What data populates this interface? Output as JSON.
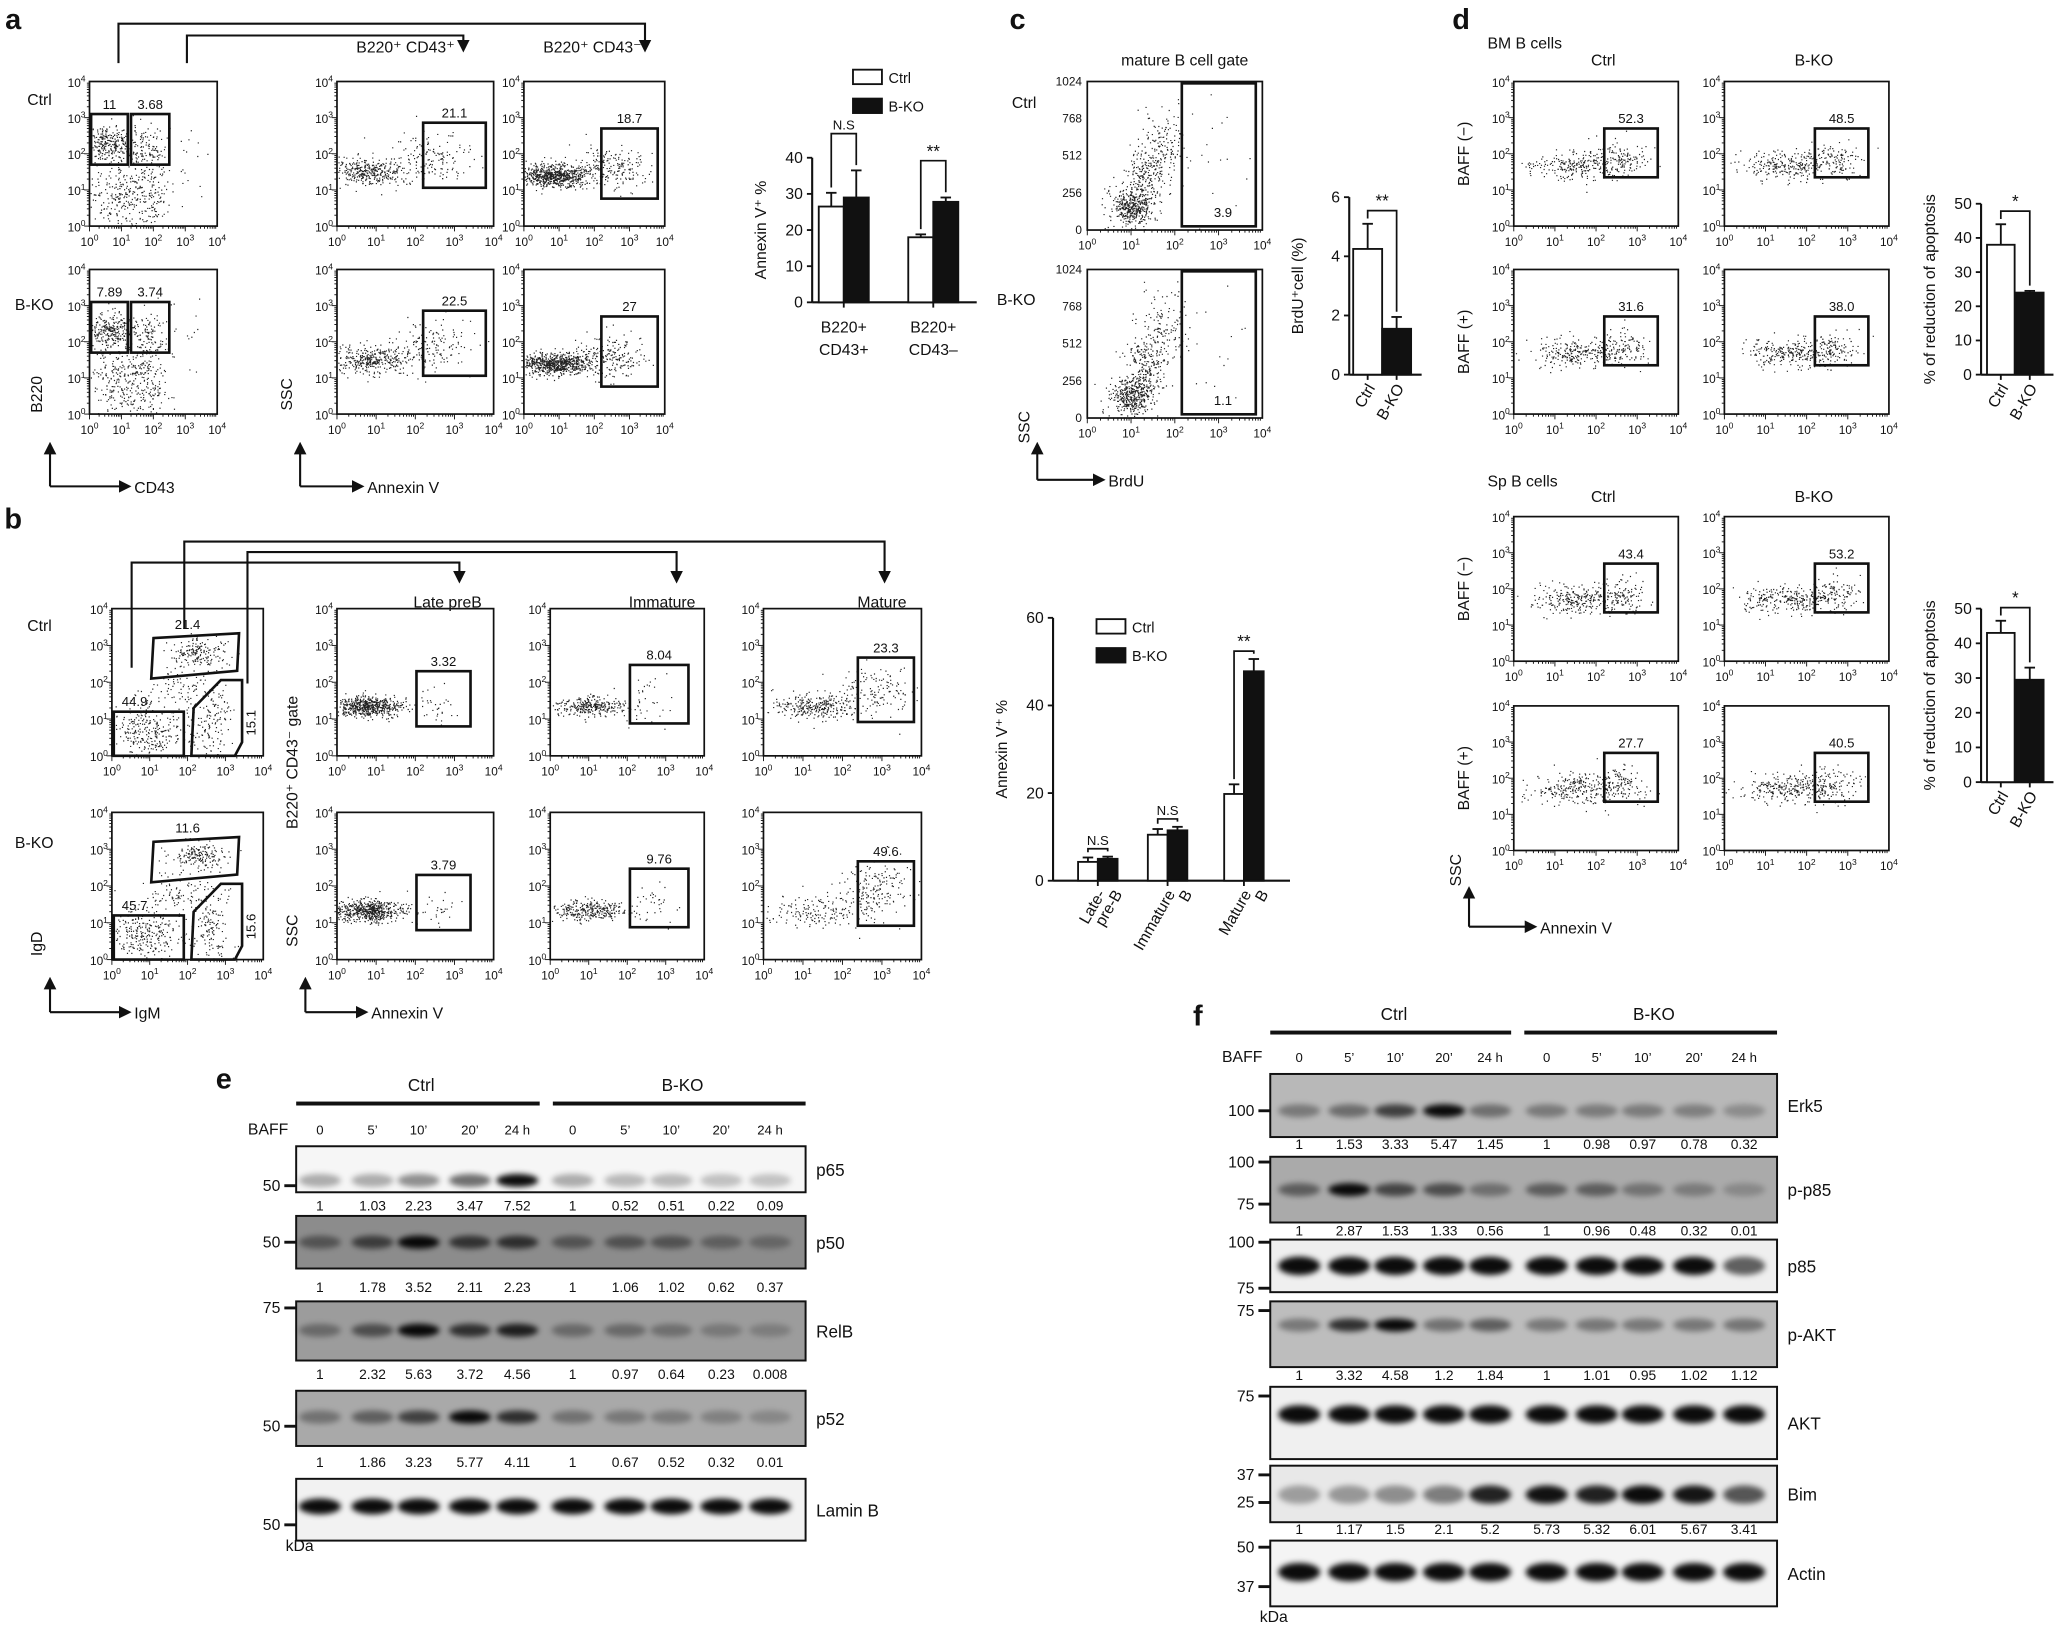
{
  "figure": {
    "panel_labels": [
      "a",
      "b",
      "c",
      "d",
      "e",
      "f"
    ]
  },
  "flow_axis": {
    "tick_base": "10",
    "tick_exponents": [
      "0",
      "1",
      "2",
      "3",
      "4"
    ]
  },
  "panel_a": {
    "row_labels": [
      "Ctrl",
      "B-KO"
    ],
    "column_titles": [
      "B220⁺ CD43⁺",
      "B220⁺ CD43⁻"
    ],
    "axes": {
      "gating_y": "B220",
      "gating_x": "CD43",
      "y": "SSC",
      "x": "Annexin V"
    },
    "gates": {
      "ctrl": {
        "cd43_neg": "11",
        "cd43_pos": "3.68",
        "annexin_cd43_pos": "21.1",
        "annexin_cd43_neg": "18.7"
      },
      "bko": {
        "cd43_neg": "7.89",
        "cd43_pos": "3.74",
        "annexin_cd43_pos": "22.5",
        "annexin_cd43_neg": "27"
      }
    }
  },
  "panel_b": {
    "row_labels": [
      "Ctrl",
      "B-KO"
    ],
    "column_titles": [
      "Late preB",
      "Immature",
      "Mature"
    ],
    "axes": {
      "gating_y": "IgD",
      "gating_x": "IgM",
      "y_gate": "B220⁺ CD43⁻ gate",
      "y": "SSC",
      "x": "Annexin V"
    },
    "gates": {
      "ctrl": {
        "igd_hi": "21.4",
        "igd_lo": "44.9",
        "igm_hi": "15.1",
        "late_preb": "3.32",
        "immature": "8.04",
        "mature": "23.3"
      },
      "bko": {
        "igd_hi": "11.6",
        "igd_lo": "45.7",
        "igm_hi": "15.6",
        "late_preb": "3.79",
        "immature": "9.76",
        "mature": "49.6"
      }
    }
  },
  "panel_c": {
    "row_labels": [
      "Ctrl",
      "B-KO"
    ],
    "title": "mature  B cell gate",
    "y_ticks": [
      "0",
      "256",
      "512",
      "768",
      "1024"
    ],
    "axes": {
      "y": "SSC",
      "x": "BrdU"
    },
    "gates": {
      "ctrl": "3.9",
      "bko": "1.1"
    }
  },
  "panel_d": {
    "sections": [
      "BM B cells",
      "Sp B cells"
    ],
    "column_titles": [
      "Ctrl",
      "B-KO"
    ],
    "row_labels": [
      "BAFF (−)",
      "BAFF (+)"
    ],
    "axes": {
      "y": "SSC",
      "x": "Annexin V"
    },
    "gates": {
      "bm": {
        "minus": [
          "52.3",
          "48.5"
        ],
        "plus": [
          "31.6",
          "38.0"
        ]
      },
      "sp": {
        "minus": [
          "43.4",
          "53.2"
        ],
        "plus": [
          "27.7",
          "40.5"
        ]
      }
    }
  },
  "chart_data": [
    {
      "type": "bar",
      "panel": "a",
      "categories": [
        [
          "B220+",
          "CD43+"
        ],
        [
          "B220+",
          "CD43–"
        ]
      ],
      "series": [
        {
          "name": "Ctrl",
          "values": [
            26.5,
            18.0
          ],
          "errors": [
            3.8,
            0.8
          ],
          "color": "#ffffff"
        },
        {
          "name": "B-KO",
          "values": [
            29.0,
            27.8
          ],
          "errors": [
            7.5,
            1.2
          ],
          "color": "#111111"
        }
      ],
      "ylabel": "Annexin V⁺ %",
      "ylim": [
        0,
        40
      ],
      "yticks": [
        "0",
        "10",
        "20",
        "30",
        "40"
      ],
      "significance": [
        "N.S",
        "**"
      ],
      "legend": "top-right",
      "grid": false
    },
    {
      "type": "bar",
      "panel": "b",
      "categories": [
        [
          "Late-",
          "pre-B"
        ],
        [
          "Immature",
          "B"
        ],
        [
          "Mature",
          "B"
        ]
      ],
      "series": [
        {
          "name": "Ctrl",
          "values": [
            4.3,
            10.5,
            19.8
          ],
          "errors": [
            1.0,
            1.3,
            2.2
          ],
          "color": "#ffffff"
        },
        {
          "name": "B-KO",
          "values": [
            5.0,
            11.5,
            47.8
          ],
          "errors": [
            0.5,
            0.8,
            2.8
          ],
          "color": "#111111"
        }
      ],
      "ylabel": "Annexin V⁺ %",
      "ylim": [
        0,
        60
      ],
      "yticks": [
        "0",
        "20",
        "40",
        "60"
      ],
      "significance": [
        "N.S",
        "N.S",
        "**"
      ],
      "legend": "top-right",
      "grid": false
    },
    {
      "type": "bar",
      "panel": "c",
      "categories": [
        [
          "Ctrl"
        ],
        [
          "B-KO"
        ]
      ],
      "values": [
        4.25,
        1.55
      ],
      "errors": [
        0.85,
        0.4
      ],
      "colors": [
        "#ffffff",
        "#111111"
      ],
      "ylabel": "BrdU⁺cell (%)",
      "ylim": [
        0,
        6
      ],
      "yticks": [
        "0",
        "2",
        "4",
        "6"
      ],
      "significance": [
        "**"
      ],
      "grid": false
    },
    {
      "type": "bar",
      "panel": "d",
      "section": "BM B cells",
      "categories": [
        [
          "Ctrl"
        ],
        [
          "B-KO"
        ]
      ],
      "values": [
        38.0,
        24.0
      ],
      "errors": [
        6.0,
        0.5
      ],
      "colors": [
        "#ffffff",
        "#111111"
      ],
      "ylabel": "% of reduction of apoptosis",
      "ylim": [
        0,
        50
      ],
      "yticks": [
        "0",
        "10",
        "20",
        "30",
        "40",
        "50"
      ],
      "significance": [
        "*"
      ],
      "grid": false
    },
    {
      "type": "bar",
      "panel": "d",
      "section": "Sp B cells",
      "categories": [
        [
          "Ctrl"
        ],
        [
          "B-KO"
        ]
      ],
      "values": [
        43.0,
        29.5
      ],
      "errors": [
        3.5,
        3.5
      ],
      "colors": [
        "#ffffff",
        "#111111"
      ],
      "ylabel": "% of reduction of apoptosis",
      "ylim": [
        0,
        50
      ],
      "yticks": [
        "0",
        "10",
        "20",
        "30",
        "40",
        "50"
      ],
      "significance": [
        "*"
      ],
      "grid": false
    }
  ],
  "panel_e": {
    "groups": [
      "Ctrl",
      "B-KO"
    ],
    "treatment": "BAFF",
    "timepoints": [
      "0",
      "5’",
      "10’",
      "20’",
      "24 h",
      "0",
      "5’",
      "10’",
      "20’",
      "24 h"
    ],
    "unit": "kDa",
    "blots": [
      {
        "protein": "p65",
        "markers": [
          "50"
        ],
        "quant": [
          "1",
          "1.03",
          "2.23",
          "3.47",
          "7.52",
          "1",
          "0.52",
          "0.51",
          "0.22",
          "0.09"
        ]
      },
      {
        "protein": "p50",
        "markers": [
          "50"
        ],
        "quant": [
          "1",
          "1.78",
          "3.52",
          "2.11",
          "2.23",
          "1",
          "1.06",
          "1.02",
          "0.62",
          "0.37"
        ]
      },
      {
        "protein": "RelB",
        "markers": [
          "75"
        ],
        "quant": [
          "1",
          "2.32",
          "5.63",
          "3.72",
          "4.56",
          "1",
          "0.97",
          "0.64",
          "0.23",
          "0.008"
        ]
      },
      {
        "protein": "p52",
        "markers": [
          "50"
        ],
        "quant": [
          "1",
          "1.86",
          "3.23",
          "5.77",
          "4.11",
          "1",
          "0.67",
          "0.52",
          "0.32",
          "0.01"
        ]
      },
      {
        "protein": "Lamin B",
        "markers": [
          "50"
        ],
        "quant": []
      }
    ]
  },
  "panel_f": {
    "groups": [
      "Ctrl",
      "B-KO"
    ],
    "treatment": "BAFF",
    "timepoints": [
      "0",
      "5’",
      "10’",
      "20’",
      "24 h",
      "0",
      "5’",
      "10’",
      "20’",
      "24 h"
    ],
    "unit": "kDa",
    "blots": [
      {
        "protein": "Erk5",
        "markers": [
          "100"
        ],
        "quant": [
          "1",
          "1.53",
          "3.33",
          "5.47",
          "1.45",
          "1",
          "0.98",
          "0.97",
          "0.78",
          "0.32"
        ]
      },
      {
        "protein": "p-p85",
        "markers": [
          "100",
          "75"
        ],
        "quant": [
          "1",
          "2.87",
          "1.53",
          "1.33",
          "0.56",
          "1",
          "0.96",
          "0.48",
          "0.32",
          "0.01"
        ]
      },
      {
        "protein": "p85",
        "markers": [
          "100",
          "75"
        ],
        "quant": []
      },
      {
        "protein": "p-AKT",
        "markers": [
          "75"
        ],
        "quant": [
          "1",
          "3.32",
          "4.58",
          "1.2",
          "1.84",
          "1",
          "1.01",
          "0.95",
          "1.02",
          "1.12"
        ]
      },
      {
        "protein": "AKT",
        "markers": [
          "75"
        ],
        "quant": []
      },
      {
        "protein": "Bim",
        "markers": [
          "37",
          "25"
        ],
        "quant": [
          "1",
          "1.17",
          "1.5",
          "2.1",
          "5.2",
          "5.73",
          "5.32",
          "6.01",
          "5.67",
          "3.41"
        ]
      },
      {
        "protein": "Actin",
        "markers": [
          "50",
          "37"
        ],
        "quant": []
      }
    ]
  }
}
